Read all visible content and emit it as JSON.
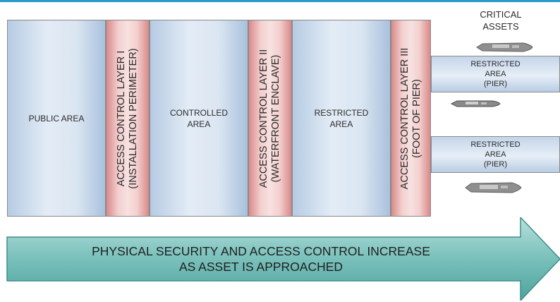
{
  "zones": {
    "public": {
      "lines": [
        "PUBLIC AREA"
      ]
    },
    "controlled": {
      "lines": [
        "CONTROLLED",
        "AREA"
      ]
    },
    "restricted": {
      "lines": [
        "RESTRICTED",
        "AREA"
      ]
    }
  },
  "layers": [
    {
      "lines": [
        "ACCESS CONTROL LAYER I",
        "(INSTALLATION PERIMETER)"
      ]
    },
    {
      "lines": [
        "ACCESS CONTROL LAYER II",
        "(WATERFRONT ENCLAVE)"
      ]
    },
    {
      "lines": [
        "ACCESS CONTROL LAYER III",
        "(FOOT OF PIER)"
      ]
    }
  ],
  "piers": [
    {
      "lines": [
        "RESTRICTED",
        "AREA",
        "(PIER)"
      ]
    },
    {
      "lines": [
        "RESTRICTED",
        "AREA",
        "(PIER)"
      ]
    }
  ],
  "critical_assets": {
    "lines": [
      "CRITICAL",
      "ASSETS"
    ]
  },
  "arrow": {
    "lines": [
      "PHYSICAL SECURITY AND ACCESS CONTROL INCREASE",
      "AS ASSET IS APPROACHED"
    ]
  },
  "colors": {
    "zone_fill": "#dbe6f2",
    "layer_fill": "#f3d0cf",
    "arrow_fill": "#6cb9b3",
    "top_rule": "#2a9bc4"
  }
}
